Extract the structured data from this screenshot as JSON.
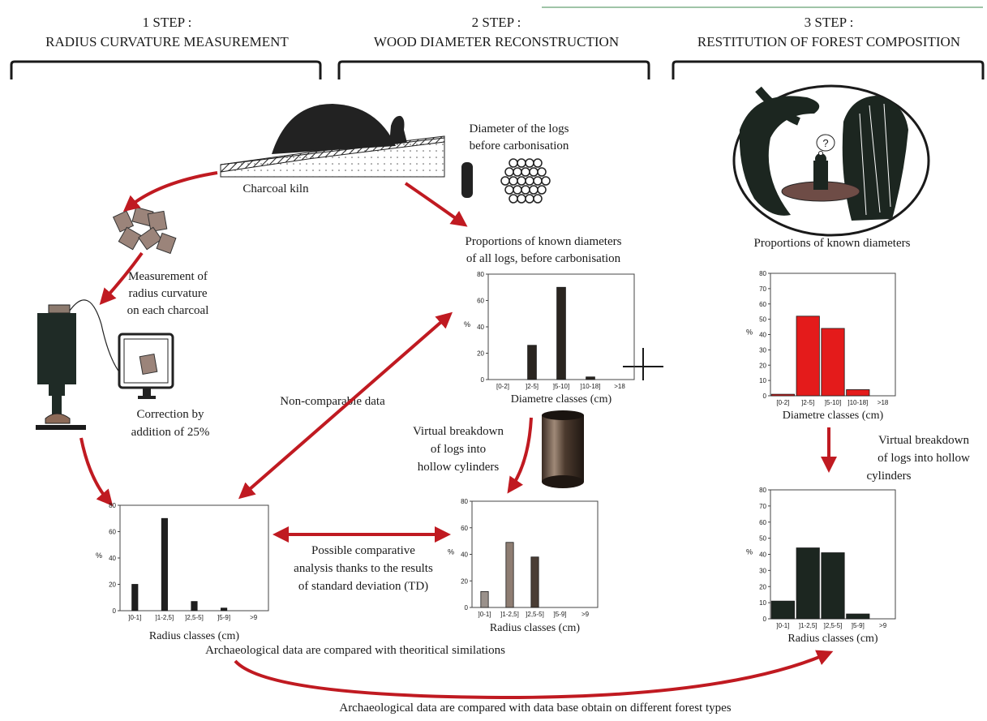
{
  "steps": [
    {
      "number": "1 STEP :",
      "title": "RADIUS CURVATURE MEASUREMENT"
    },
    {
      "number": "2 STEP :",
      "title": "WOOD DIAMETER RECONSTRUCTION"
    },
    {
      "number": "3 STEP :",
      "title": "RESTITUTION OF FOREST COMPOSITION"
    }
  ],
  "labels": {
    "kiln": "Charcoal kiln",
    "logs_diameter_1": "Diameter of the logs",
    "logs_diameter_2": "before carbonisation",
    "measurement_1": "Measurement of",
    "measurement_2": "radius curvature",
    "measurement_3": "on each charcoal",
    "correction_1": "Correction by",
    "correction_2": "addition of 25%",
    "non_comparable": "Non-comparable data",
    "proportions_all_1": "Proportions of known diameters",
    "proportions_all_2": "of all logs, before carbonisation",
    "proportions_3": "Proportions of known diameters",
    "virtual_mid_1": "Virtual breakdown",
    "virtual_mid_2": "of logs into",
    "virtual_mid_3": "hollow cylinders",
    "virtual_right_1": "Virtual breakdown",
    "virtual_right_2": "of logs into hollow",
    "virtual_right_3": "cylinders",
    "comparative_1": "Possible comparative",
    "comparative_2": "analysis thanks to the results",
    "comparative_3": "of standard deviation (TD)",
    "archaeo_theory": "Archaeological data are compared with theoritical similations",
    "archaeo_database": "Archaeological data are compared with data base obtain on different forest types",
    "plus": "+",
    "question": "?"
  },
  "chart_data": [
    {
      "id": "archaeological-radius",
      "type": "bar",
      "categories": [
        "]0-1]",
        "]1-2,5]",
        "]2,5-5]",
        "]5-9]",
        ">9"
      ],
      "values": [
        20,
        70,
        7,
        2,
        0
      ],
      "ylabel": "%",
      "xlabel": "Radius classes (cm)",
      "yticks": [
        0,
        20,
        40,
        60,
        80
      ],
      "ylim": [
        0,
        80
      ],
      "colors": [
        "#1f1f1f"
      ]
    },
    {
      "id": "known-diameters-all-logs",
      "type": "bar",
      "categories": [
        "[0-2]",
        "]2-5]",
        "]5-10]",
        "]10-18]",
        ">18"
      ],
      "values": [
        0,
        26,
        70,
        2,
        0
      ],
      "ylabel": "%",
      "xlabel": "Diametre classes (cm)",
      "yticks": [
        0,
        20,
        40,
        60,
        80
      ],
      "ylim": [
        0,
        80
      ],
      "colors": [
        "#2a2520"
      ]
    },
    {
      "id": "theoretical-radius",
      "type": "bar",
      "categories": [
        "]0-1]",
        "]1-2,5]",
        "]2,5-5]",
        "]5-9]",
        ">9"
      ],
      "values": [
        12,
        49,
        38,
        0,
        0
      ],
      "ylabel": "%",
      "xlabel": "Radius classes (cm)",
      "yticks": [
        0,
        20,
        40,
        60,
        80
      ],
      "ylim": [
        0,
        80
      ],
      "colors": [
        "#9a918b",
        "#8e7d72",
        "#4a3d35",
        "#3a3a3a",
        "#3a3a3a"
      ]
    },
    {
      "id": "forest-diameters",
      "type": "bar",
      "categories": [
        "[0-2]",
        "]2-5]",
        "]5-10]",
        "]10-18]",
        ">18"
      ],
      "values": [
        1,
        52,
        44,
        4,
        0
      ],
      "ylabel": "%",
      "xlabel": "Diametre classes (cm)",
      "yticks": [
        0,
        10,
        20,
        30,
        40,
        50,
        60,
        70,
        80
      ],
      "ylim": [
        0,
        80
      ],
      "colors": [
        "#e41b1b"
      ]
    },
    {
      "id": "forest-radius",
      "type": "bar",
      "categories": [
        "]0-1]",
        "]1-2,5]",
        "]2,5-5]",
        "]5-9]",
        ">9"
      ],
      "values": [
        11,
        44,
        41,
        3,
        0
      ],
      "ylabel": "%",
      "xlabel": "Radius classes (cm)",
      "yticks": [
        0,
        10,
        20,
        30,
        40,
        50,
        60,
        70,
        80
      ],
      "ylim": [
        0,
        80
      ],
      "colors": [
        "#1c2620"
      ]
    }
  ],
  "colors": {
    "arrow": "#c01a21",
    "ink": "#1a1a1a",
    "red_bar": "#e41b1b"
  }
}
